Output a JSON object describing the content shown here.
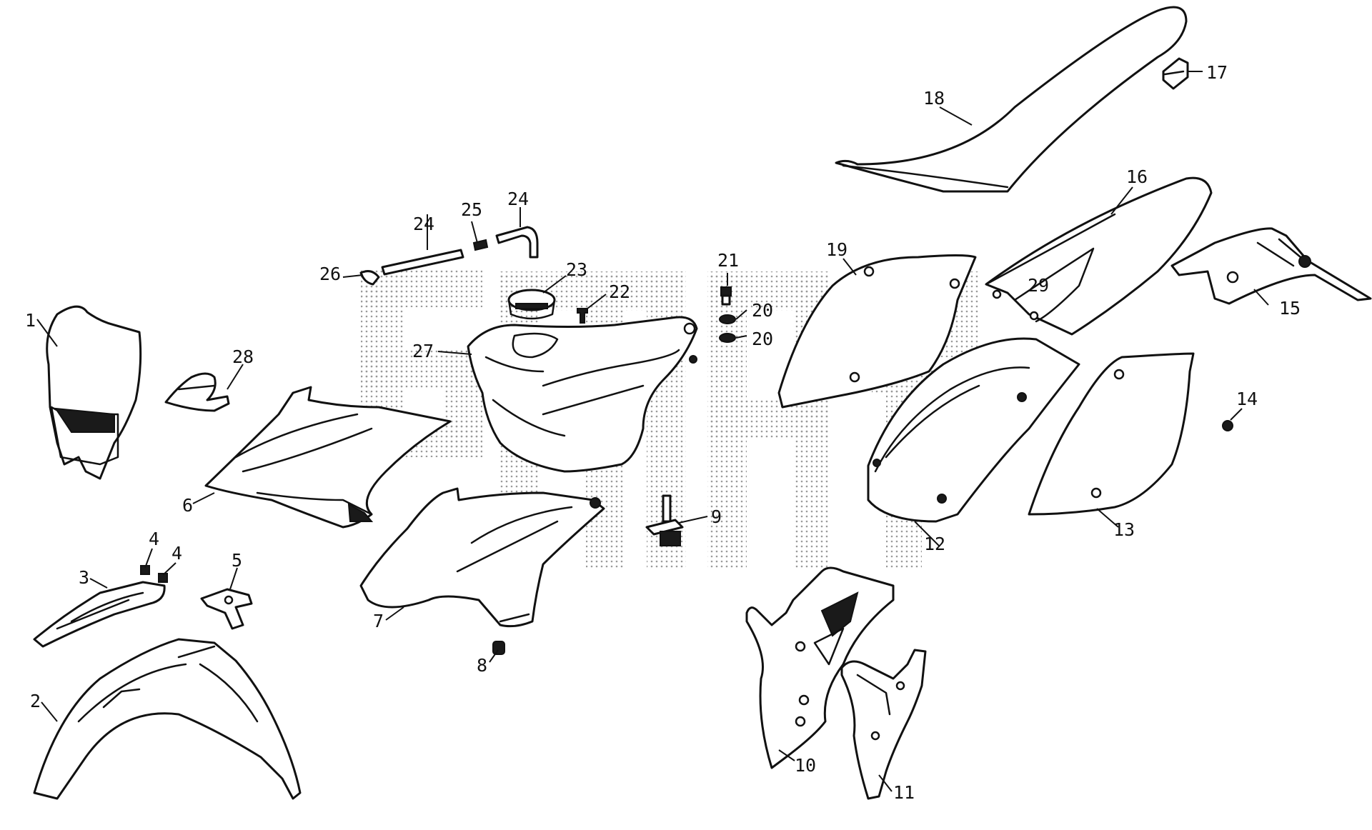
{
  "diagram": {
    "watermark_colors": {
      "dots": "#9a9a9a",
      "line_art": "#111111",
      "background": "#ffffff"
    },
    "parts": [
      {
        "id": "1",
        "label": "1",
        "icon": "headlight-mask"
      },
      {
        "id": "2",
        "label": "2",
        "icon": "front-fender"
      },
      {
        "id": "3",
        "label": "3",
        "icon": "front-number-plate"
      },
      {
        "id": "4a",
        "label": "4",
        "icon": "nut"
      },
      {
        "id": "4b",
        "label": "4",
        "icon": "nut"
      },
      {
        "id": "5",
        "label": "5",
        "icon": "bracket"
      },
      {
        "id": "6",
        "label": "6",
        "icon": "radiator-scoop-left"
      },
      {
        "id": "7",
        "label": "7",
        "icon": "radiator-scoop-right"
      },
      {
        "id": "8",
        "label": "8",
        "icon": "grommet"
      },
      {
        "id": "9",
        "label": "9",
        "icon": "fuel-tap"
      },
      {
        "id": "10",
        "label": "10",
        "icon": "frame-guard-left"
      },
      {
        "id": "11",
        "label": "11",
        "icon": "frame-guard-right"
      },
      {
        "id": "12",
        "label": "12",
        "icon": "rear-fender"
      },
      {
        "id": "13",
        "label": "13",
        "icon": "side-panel-right"
      },
      {
        "id": "14",
        "label": "14",
        "icon": "screw"
      },
      {
        "id": "15",
        "label": "15",
        "icon": "mudflap"
      },
      {
        "id": "16",
        "label": "16",
        "icon": "rear-fender-top"
      },
      {
        "id": "17",
        "label": "17",
        "icon": "seat-clip"
      },
      {
        "id": "18",
        "label": "18",
        "icon": "seat"
      },
      {
        "id": "19",
        "label": "19",
        "icon": "side-panel-left"
      },
      {
        "id": "20a",
        "label": "20",
        "icon": "washer"
      },
      {
        "id": "20b",
        "label": "20",
        "icon": "washer"
      },
      {
        "id": "21",
        "label": "21",
        "icon": "bolt"
      },
      {
        "id": "22",
        "label": "22",
        "icon": "screw"
      },
      {
        "id": "23",
        "label": "23",
        "icon": "fuel-cap"
      },
      {
        "id": "24a",
        "label": "24",
        "icon": "breather-hose"
      },
      {
        "id": "24b",
        "label": "24",
        "icon": "breather-hose-bent"
      },
      {
        "id": "25",
        "label": "25",
        "icon": "check-valve"
      },
      {
        "id": "26",
        "label": "26",
        "icon": "hose-end"
      },
      {
        "id": "27",
        "label": "27",
        "icon": "fuel-tank"
      },
      {
        "id": "28",
        "label": "28",
        "icon": "strap"
      },
      {
        "id": "29",
        "label": "29",
        "icon": "sticker"
      }
    ]
  }
}
